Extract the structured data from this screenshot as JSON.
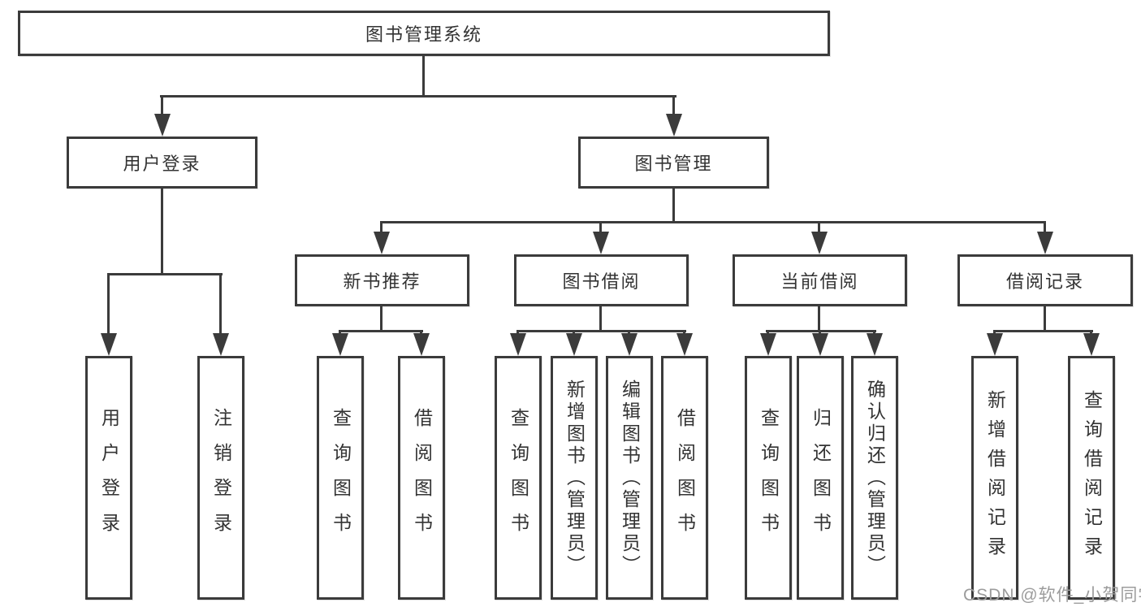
{
  "tree": {
    "root": "图书管理系统",
    "children": [
      {
        "label": "用户登录",
        "children": [
          {
            "label": "用户登录"
          },
          {
            "label": "注销登录"
          }
        ]
      },
      {
        "label": "图书管理",
        "children": [
          {
            "label": "新书推荐",
            "children": [
              {
                "label": "查询图书"
              },
              {
                "label": "借阅图书"
              }
            ]
          },
          {
            "label": "图书借阅",
            "children": [
              {
                "label": "查询图书"
              },
              {
                "label": "新增图书（管理员）"
              },
              {
                "label": "编辑图书（管理员）"
              },
              {
                "label": "借阅图书"
              }
            ]
          },
          {
            "label": "当前借阅",
            "children": [
              {
                "label": "查询图书"
              },
              {
                "label": "归还图书"
              },
              {
                "label": "确认归还（管理员）"
              }
            ]
          },
          {
            "label": "借阅记录",
            "children": [
              {
                "label": "新增借阅记录"
              },
              {
                "label": "查询借阅记录"
              }
            ]
          }
        ]
      }
    ]
  },
  "watermark": "CSDN @软件_小贺同学",
  "colors": {
    "line": "#3b3b3b",
    "text": "#333333",
    "watermark": "#9c9c9c",
    "background": "#ffffff"
  }
}
